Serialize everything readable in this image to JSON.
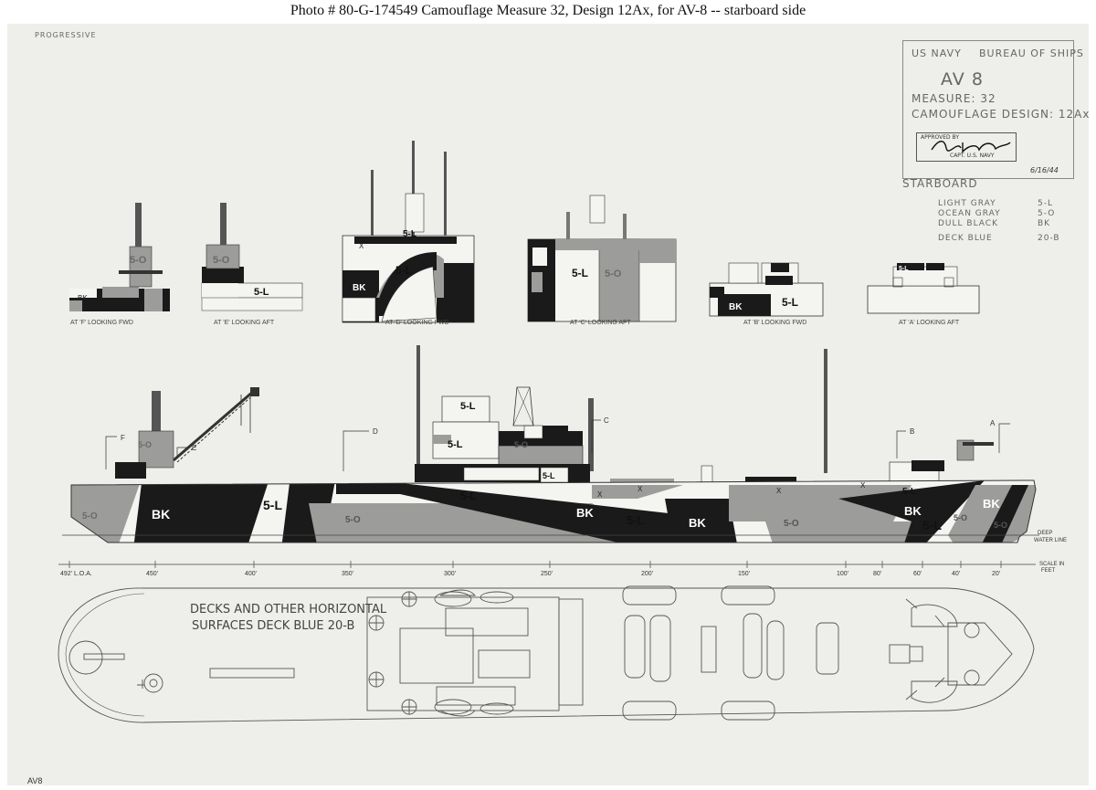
{
  "caption": "Photo #  80-G-174549    Camouflage Measure 32, Design 12Ax, for AV-8 -- starboard side",
  "corner_note": "PROGRESSIVE",
  "title_block": {
    "org": "US NAVY",
    "bureau": "BUREAU OF SHIPS",
    "ship": "AV 8",
    "measure": "MEASURE: 32",
    "design": "CAMOUFLAGE DESIGN: 12Ax",
    "approved": "APPROVED BY",
    "signer_title": "CAPT. U.S. NAVY",
    "date": "6/16/44",
    "side": "STARBOARD"
  },
  "legend": [
    {
      "name": "LIGHT GRAY",
      "code": "5-L",
      "color": "#f4f4f1"
    },
    {
      "name": "OCEAN GRAY",
      "code": "5-O",
      "color": "#9c9c9a"
    },
    {
      "name": "DULL BLACK",
      "code": "BK",
      "color": "#1a1a1a"
    },
    {
      "name": "DECK BLUE",
      "code": "20-B",
      "color": "#6f7378"
    }
  ],
  "section_views": [
    {
      "label": "AT 'F' LOOKING FWD"
    },
    {
      "label": "AT 'E' LOOKING AFT"
    },
    {
      "label": "AT 'D' LOOKING FWD"
    },
    {
      "label": "AT 'C' LOOKING AFT"
    },
    {
      "label": "AT 'B' LOOKING FWD"
    },
    {
      "label": "AT 'A' LOOKING AFT"
    }
  ],
  "section_marks": {
    "a": "5-O",
    "b": "5-O",
    "c": "5-L",
    "d": "5-L",
    "e": "BK",
    "f": "5-L",
    "g": "5-O",
    "h": "BK",
    "i": "5-L",
    "j": "5-L",
    "k": "X"
  },
  "profile_marks": [
    "5-O",
    "BK",
    "5-L",
    "5-O",
    "5-L",
    "5-L",
    "5-L",
    "BK",
    "5-L",
    "BK",
    "5-O",
    "BK",
    "5-L",
    "BK",
    "5-O",
    "5-O",
    "5-L",
    "5-L",
    "5-O",
    "5-L",
    "5-L",
    "5-L"
  ],
  "station_letters": [
    "F",
    "E",
    "D",
    "C",
    "B",
    "A"
  ],
  "x_marks": [
    "X",
    "X",
    "X",
    "X",
    "X"
  ],
  "waterline_label": [
    "DEEP",
    "WATER LINE"
  ],
  "scale": {
    "ticks": [
      "492' L.O.A.",
      "450'",
      "400'",
      "350'",
      "300'",
      "250'",
      "200'",
      "150'",
      "100'",
      "80'",
      "60'",
      "40'",
      "20'"
    ],
    "title": [
      "SCALE IN",
      "FEET"
    ]
  },
  "plan_note": [
    "DECKS AND OTHER HORIZONTAL",
    "SURFACES  DECK BLUE  20-B"
  ],
  "bottom_note": "AV8"
}
